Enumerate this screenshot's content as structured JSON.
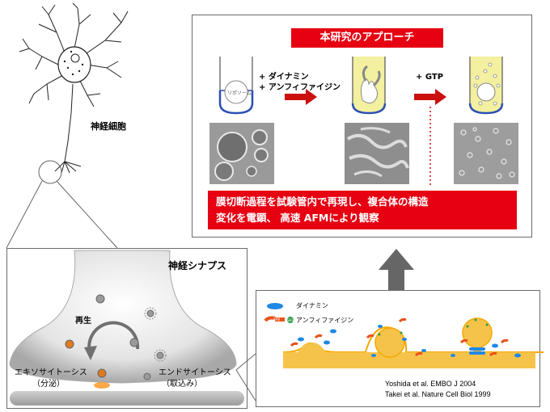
{
  "neuron": {
    "label": "神経細胞"
  },
  "approach": {
    "title": "本研究のアプローチ",
    "reagent_1": "+ ダイナミン",
    "reagent_2": "+ アンフィファイジン",
    "reagent_gtp": "+ GTP",
    "liposome_label": "リポソーム",
    "summary_line1": "膜切断過程を試験管内で再現し、複合体の構造",
    "summary_line2": "変化を電顕、 高速 AFMにより観察"
  },
  "synapse": {
    "title": "神経シナプス",
    "recycle_label": "再生",
    "exocytosis_label": "エキソサイトーシス",
    "exocytosis_sub": "（分泌）",
    "endocytosis_label": "エンドサイトーシス",
    "endocytosis_sub": "（取込み）"
  },
  "mechanism": {
    "legend_dynamin": "ダイナミン",
    "legend_amphiphysin": "アンフィファイジン",
    "legend_bar": "BAR",
    "legend_sh3": "SH3",
    "ref_1": "Yoshida et al. EMBO J 2004",
    "ref_2": "Takei et al. Nature Cell Biol 1999"
  },
  "colors": {
    "accent_red": "#e60012",
    "membrane_orange": "#f5a800",
    "dynamin_blue": "#1e88e5",
    "amphiphysin_orange": "#e8531c",
    "tube_yellow": "#f3f0a0",
    "arrow_gray": "#666666"
  }
}
